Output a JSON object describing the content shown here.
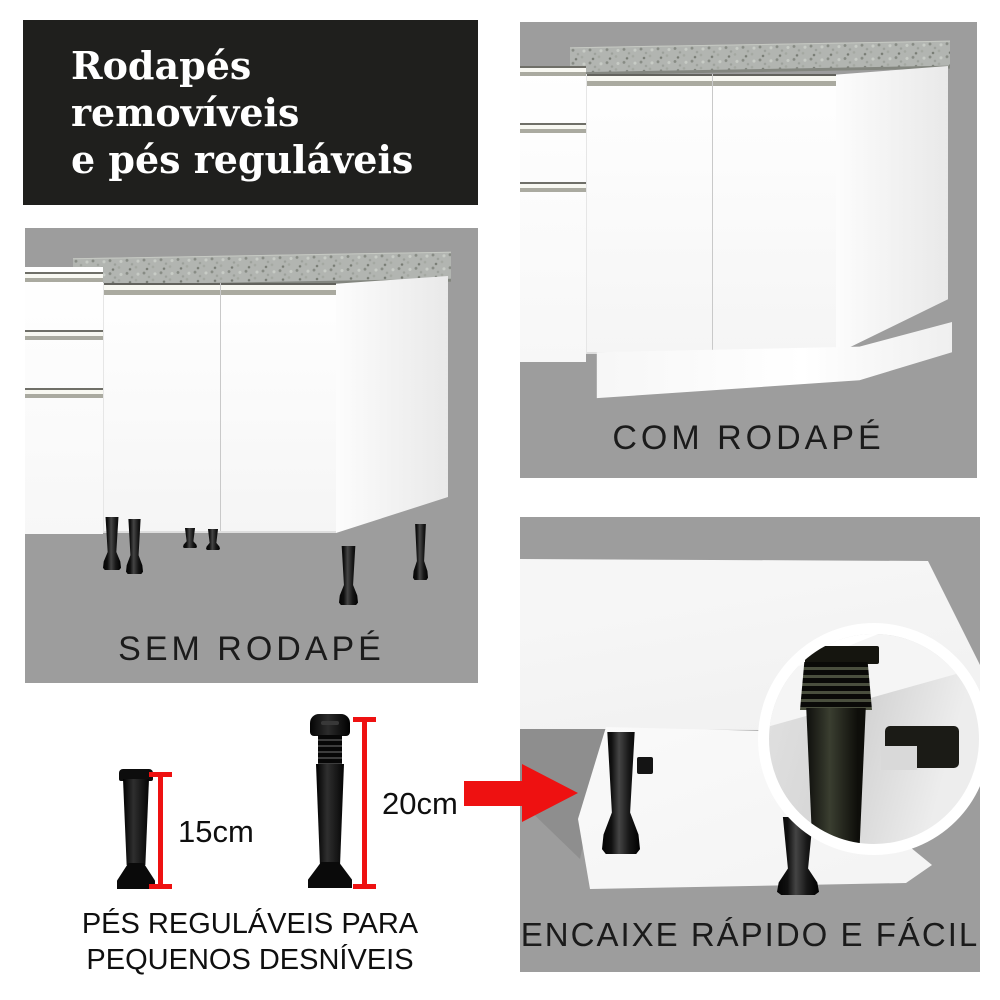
{
  "colors": {
    "panel_gray": "#9d9d9d",
    "title_bg": "#1f1f1d",
    "accent_red": "#ee1111",
    "leg_black": "#121212",
    "counter_gray": "#b2b5b1",
    "cabinet_white": "#ffffff"
  },
  "title": {
    "line1": "Rodapés removíveis",
    "line2": "e pés reguláveis"
  },
  "panels": {
    "com_rodape": {
      "label": "COM RODAPÉ"
    },
    "sem_rodape": {
      "label": "SEM RODAPÉ"
    },
    "encaixe": {
      "label": "ENCAIXE RÁPIDO E FÁCIL"
    }
  },
  "feet_diagram": {
    "short_leg_label": "15cm",
    "tall_leg_label": "20cm",
    "caption_line1": "PÉS REGULÁVEIS PARA",
    "caption_line2": "PEQUENOS DESNÍVEIS"
  }
}
